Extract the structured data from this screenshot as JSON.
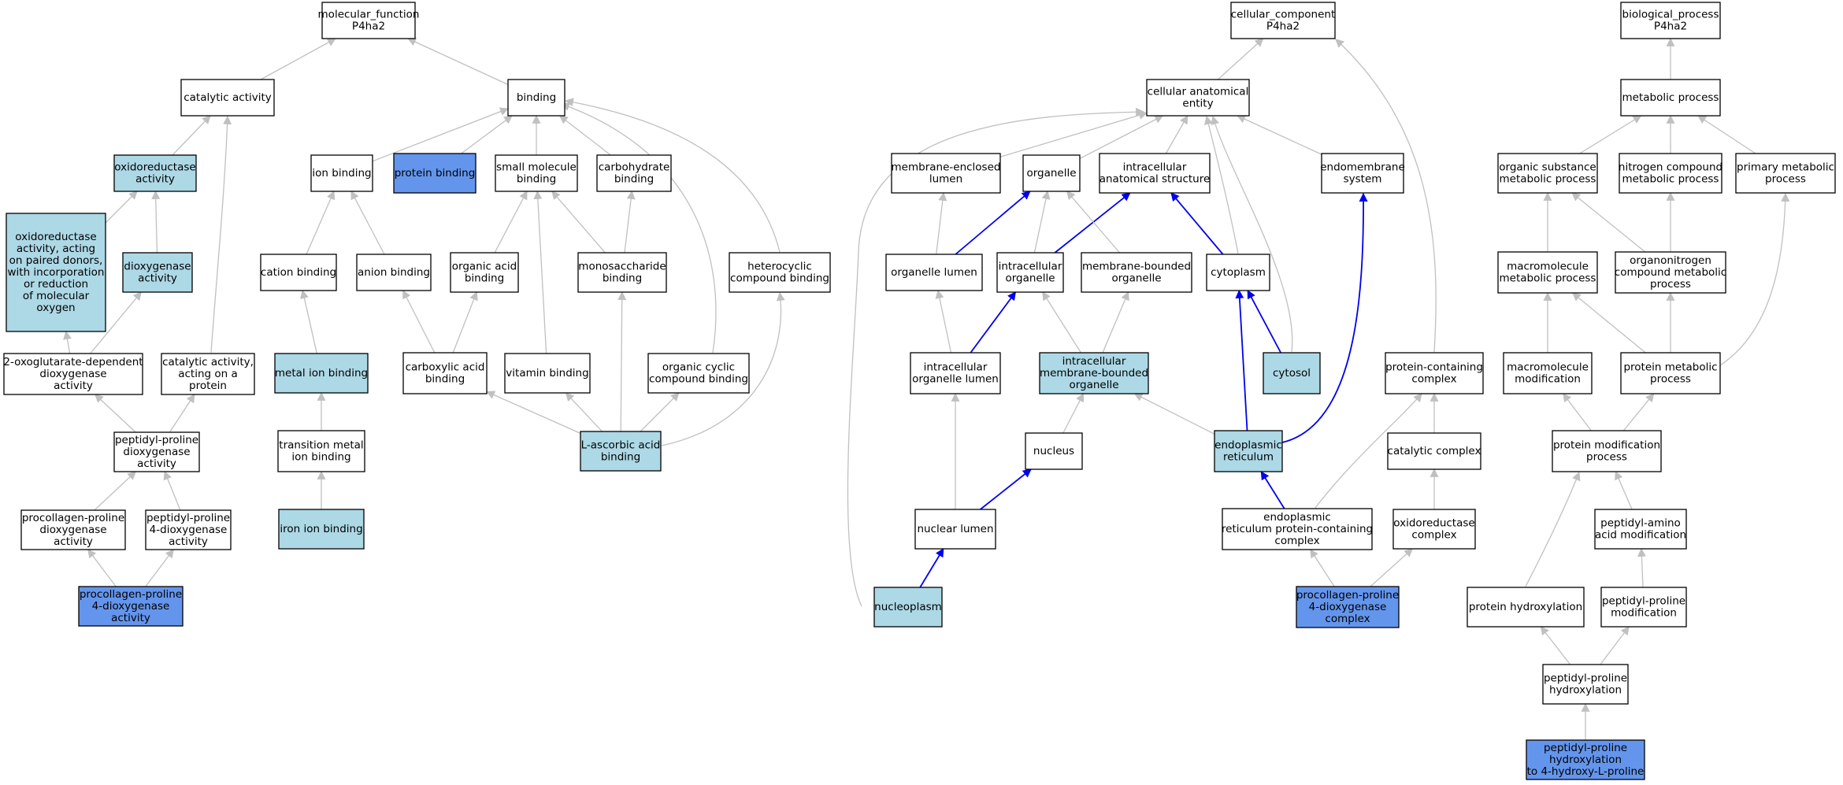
{
  "colors": {
    "edge_gray": "#c0c0c0",
    "edge_blue": "#0000ee",
    "fill_white": "#ffffff",
    "fill_light": "#add8e6",
    "fill_dark": "#6495ed",
    "stroke": "#000000"
  },
  "nodes": {
    "mf_root": {
      "lines": [
        "molecular_function",
        "P4ha2"
      ],
      "fill": "white"
    },
    "catalytic_activity": {
      "lines": [
        "catalytic activity"
      ],
      "fill": "white"
    },
    "binding": {
      "lines": [
        "binding"
      ],
      "fill": "white"
    },
    "oxidoreductase_activity": {
      "lines": [
        "oxidoreductase",
        "activity"
      ],
      "fill": "light"
    },
    "ox_paired_donors": {
      "lines": [
        "oxidoreductase",
        "activity, acting",
        "on paired donors,",
        "with incorporation",
        "or reduction",
        "of molecular",
        "oxygen"
      ],
      "fill": "light"
    },
    "dioxygenase_activity": {
      "lines": [
        "dioxygenase",
        "activity"
      ],
      "fill": "light"
    },
    "oxoglutarate_dioxygenase": {
      "lines": [
        "2-oxoglutarate-dependent",
        "dioxygenase",
        "activity"
      ],
      "fill": "white"
    },
    "catalytic_on_protein": {
      "lines": [
        "catalytic activity,",
        "acting on a",
        "protein"
      ],
      "fill": "white"
    },
    "peptidyl_proline_dioxygenase": {
      "lines": [
        "peptidyl-proline",
        "dioxygenase",
        "activity"
      ],
      "fill": "white"
    },
    "procollagen_proline_dioxygenase": {
      "lines": [
        "procollagen-proline",
        "dioxygenase",
        "activity"
      ],
      "fill": "white"
    },
    "peptidyl_proline_4_dioxygenase": {
      "lines": [
        "peptidyl-proline",
        "4-dioxygenase",
        "activity"
      ],
      "fill": "white"
    },
    "procollagen_proline_4_dioxygenase_activity": {
      "lines": [
        "procollagen-proline",
        "4-dioxygenase",
        "activity"
      ],
      "fill": "dark"
    },
    "ion_binding": {
      "lines": [
        "ion binding"
      ],
      "fill": "white"
    },
    "protein_binding": {
      "lines": [
        "protein binding"
      ],
      "fill": "dark"
    },
    "small_molecule_binding": {
      "lines": [
        "small molecule",
        "binding"
      ],
      "fill": "white"
    },
    "carbohydrate_binding": {
      "lines": [
        "carbohydrate",
        "binding"
      ],
      "fill": "white"
    },
    "cation_binding": {
      "lines": [
        "cation binding"
      ],
      "fill": "white"
    },
    "anion_binding": {
      "lines": [
        "anion binding"
      ],
      "fill": "white"
    },
    "organic_acid_binding": {
      "lines": [
        "organic acid",
        "binding"
      ],
      "fill": "white"
    },
    "monosaccharide_binding": {
      "lines": [
        "monosaccharide",
        "binding"
      ],
      "fill": "white"
    },
    "heterocyclic_binding": {
      "lines": [
        "heterocyclic",
        "compound binding"
      ],
      "fill": "white"
    },
    "metal_ion_binding": {
      "lines": [
        "metal ion binding"
      ],
      "fill": "light"
    },
    "carboxylic_acid_binding": {
      "lines": [
        "carboxylic acid",
        "binding"
      ],
      "fill": "white"
    },
    "vitamin_binding": {
      "lines": [
        "vitamin binding"
      ],
      "fill": "white"
    },
    "organic_cyclic_binding": {
      "lines": [
        "organic cyclic",
        "compound binding"
      ],
      "fill": "white"
    },
    "transition_metal_binding": {
      "lines": [
        "transition metal",
        "ion binding"
      ],
      "fill": "white"
    },
    "ascorbic_acid_binding": {
      "lines": [
        "L-ascorbic acid",
        "binding"
      ],
      "fill": "light"
    },
    "iron_ion_binding": {
      "lines": [
        "iron ion binding"
      ],
      "fill": "light"
    },
    "cc_root": {
      "lines": [
        "cellular_component",
        "P4ha2"
      ],
      "fill": "white"
    },
    "cellular_anatomical_entity": {
      "lines": [
        "cellular anatomical",
        "entity"
      ],
      "fill": "white"
    },
    "membrane_enclosed_lumen": {
      "lines": [
        "membrane-enclosed",
        "lumen"
      ],
      "fill": "white"
    },
    "organelle": {
      "lines": [
        "organelle"
      ],
      "fill": "white"
    },
    "intracellular_anatomical_structure": {
      "lines": [
        "intracellular",
        "anatomical structure"
      ],
      "fill": "white"
    },
    "endomembrane_system": {
      "lines": [
        "endomembrane",
        "system"
      ],
      "fill": "white"
    },
    "organelle_lumen": {
      "lines": [
        "organelle lumen"
      ],
      "fill": "white"
    },
    "intracellular_organelle": {
      "lines": [
        "intracellular",
        "organelle"
      ],
      "fill": "white"
    },
    "membrane_bounded_organelle": {
      "lines": [
        "membrane-bounded",
        "organelle"
      ],
      "fill": "white"
    },
    "cytoplasm": {
      "lines": [
        "cytoplasm"
      ],
      "fill": "white"
    },
    "intracellular_organelle_lumen": {
      "lines": [
        "intracellular",
        "organelle lumen"
      ],
      "fill": "white"
    },
    "intracellular_membrane_bounded_organelle": {
      "lines": [
        "intracellular",
        "membrane-bounded",
        "organelle"
      ],
      "fill": "light"
    },
    "cytosol": {
      "lines": [
        "cytosol"
      ],
      "fill": "light"
    },
    "protein_containing_complex": {
      "lines": [
        "protein-containing",
        "complex"
      ],
      "fill": "white"
    },
    "nucleus": {
      "lines": [
        "nucleus"
      ],
      "fill": "white"
    },
    "endoplasmic_reticulum": {
      "lines": [
        "endoplasmic",
        "reticulum"
      ],
      "fill": "light"
    },
    "catalytic_complex": {
      "lines": [
        "catalytic complex"
      ],
      "fill": "white"
    },
    "nuclear_lumen": {
      "lines": [
        "nuclear lumen"
      ],
      "fill": "white"
    },
    "er_protein_complex": {
      "lines": [
        "endoplasmic",
        "reticulum protein-containing",
        "complex"
      ],
      "fill": "white"
    },
    "oxidoreductase_complex": {
      "lines": [
        "oxidoreductase",
        "complex"
      ],
      "fill": "white"
    },
    "nucleoplasm": {
      "lines": [
        "nucleoplasm"
      ],
      "fill": "light"
    },
    "procollagen_proline_4_dioxygenase_complex": {
      "lines": [
        "procollagen-proline",
        "4-dioxygenase",
        "complex"
      ],
      "fill": "dark"
    },
    "bp_root": {
      "lines": [
        "biological_process",
        "P4ha2"
      ],
      "fill": "white"
    },
    "metabolic_process": {
      "lines": [
        "metabolic process"
      ],
      "fill": "white"
    },
    "organic_substance_metabolic": {
      "lines": [
        "organic substance",
        "metabolic process"
      ],
      "fill": "white"
    },
    "nitrogen_compound_metabolic": {
      "lines": [
        "nitrogen compound",
        "metabolic process"
      ],
      "fill": "white"
    },
    "primary_metabolic": {
      "lines": [
        "primary metabolic",
        "process"
      ],
      "fill": "white"
    },
    "macromolecule_metabolic": {
      "lines": [
        "macromolecule",
        "metabolic process"
      ],
      "fill": "white"
    },
    "organonitrogen_metabolic": {
      "lines": [
        "organonitrogen",
        "compound metabolic",
        "process"
      ],
      "fill": "white"
    },
    "macromolecule_modification": {
      "lines": [
        "macromolecule",
        "modification"
      ],
      "fill": "white"
    },
    "protein_metabolic": {
      "lines": [
        "protein metabolic",
        "process"
      ],
      "fill": "white"
    },
    "protein_modification": {
      "lines": [
        "protein modification",
        "process"
      ],
      "fill": "white"
    },
    "peptidyl_amino_acid_modification": {
      "lines": [
        "peptidyl-amino",
        "acid modification"
      ],
      "fill": "white"
    },
    "protein_hydroxylation": {
      "lines": [
        "protein hydroxylation"
      ],
      "fill": "white"
    },
    "peptidyl_proline_modification": {
      "lines": [
        "peptidyl-proline",
        "modification"
      ],
      "fill": "white"
    },
    "peptidyl_proline_hydroxylation": {
      "lines": [
        "peptidyl-proline",
        "hydroxylation"
      ],
      "fill": "white"
    },
    "peptidyl_proline_hydroxylation_4": {
      "lines": [
        "peptidyl-proline",
        "hydroxylation",
        "to 4-hydroxy-L-proline"
      ],
      "fill": "dark"
    }
  },
  "edges": [
    [
      "catalytic_activity",
      "mf_root",
      "gray"
    ],
    [
      "binding",
      "mf_root",
      "gray"
    ],
    [
      "oxidoreductase_activity",
      "catalytic_activity",
      "gray"
    ],
    [
      "catalytic_on_protein",
      "catalytic_activity",
      "gray"
    ],
    [
      "ox_paired_donors",
      "oxidoreductase_activity",
      "gray"
    ],
    [
      "dioxygenase_activity",
      "oxidoreductase_activity",
      "gray"
    ],
    [
      "oxoglutarate_dioxygenase",
      "ox_paired_donors",
      "gray"
    ],
    [
      "oxoglutarate_dioxygenase",
      "dioxygenase_activity",
      "gray"
    ],
    [
      "peptidyl_proline_dioxygenase",
      "oxoglutarate_dioxygenase",
      "gray"
    ],
    [
      "peptidyl_proline_dioxygenase",
      "catalytic_on_protein",
      "gray"
    ],
    [
      "procollagen_proline_dioxygenase",
      "peptidyl_proline_dioxygenase",
      "gray"
    ],
    [
      "peptidyl_proline_4_dioxygenase",
      "peptidyl_proline_dioxygenase",
      "gray"
    ],
    [
      "procollagen_proline_4_dioxygenase_activity",
      "procollagen_proline_dioxygenase",
      "gray"
    ],
    [
      "procollagen_proline_4_dioxygenase_activity",
      "peptidyl_proline_4_dioxygenase",
      "gray"
    ],
    [
      "ion_binding",
      "binding",
      "gray"
    ],
    [
      "protein_binding",
      "binding",
      "gray"
    ],
    [
      "small_molecule_binding",
      "binding",
      "gray"
    ],
    [
      "carbohydrate_binding",
      "binding",
      "gray"
    ],
    [
      "heterocyclic_binding",
      "binding",
      "gray"
    ],
    [
      "organic_cyclic_binding",
      "binding",
      "gray"
    ],
    [
      "cation_binding",
      "ion_binding",
      "gray"
    ],
    [
      "anion_binding",
      "ion_binding",
      "gray"
    ],
    [
      "organic_acid_binding",
      "small_molecule_binding",
      "gray"
    ],
    [
      "vitamin_binding",
      "small_molecule_binding",
      "gray"
    ],
    [
      "monosaccharide_binding",
      "small_molecule_binding",
      "gray"
    ],
    [
      "monosaccharide_binding",
      "carbohydrate_binding",
      "gray"
    ],
    [
      "metal_ion_binding",
      "cation_binding",
      "gray"
    ],
    [
      "carboxylic_acid_binding",
      "organic_acid_binding",
      "gray"
    ],
    [
      "carboxylic_acid_binding",
      "anion_binding",
      "gray"
    ],
    [
      "transition_metal_binding",
      "metal_ion_binding",
      "gray"
    ],
    [
      "iron_ion_binding",
      "transition_metal_binding",
      "gray"
    ],
    [
      "ascorbic_acid_binding",
      "carboxylic_acid_binding",
      "gray"
    ],
    [
      "ascorbic_acid_binding",
      "vitamin_binding",
      "gray"
    ],
    [
      "ascorbic_acid_binding",
      "organic_cyclic_binding",
      "gray"
    ],
    [
      "ascorbic_acid_binding",
      "monosaccharide_binding",
      "gray"
    ],
    [
      "ascorbic_acid_binding",
      "heterocyclic_binding",
      "gray"
    ],
    [
      "cellular_anatomical_entity",
      "cc_root",
      "gray"
    ],
    [
      "protein_containing_complex",
      "cc_root",
      "gray"
    ],
    [
      "membrane_enclosed_lumen",
      "cellular_anatomical_entity",
      "gray"
    ],
    [
      "organelle",
      "cellular_anatomical_entity",
      "gray"
    ],
    [
      "intracellular_anatomical_structure",
      "cellular_anatomical_entity",
      "gray"
    ],
    [
      "endomembrane_system",
      "cellular_anatomical_entity",
      "gray"
    ],
    [
      "cytoplasm",
      "cellular_anatomical_entity",
      "gray"
    ],
    [
      "cytosol",
      "cellular_anatomical_entity",
      "gray"
    ],
    [
      "nucleoplasm",
      "cellular_anatomical_entity",
      "gray"
    ],
    [
      "organelle_lumen",
      "membrane_enclosed_lumen",
      "gray"
    ],
    [
      "organelle_lumen",
      "organelle",
      "blue"
    ],
    [
      "intracellular_organelle",
      "organelle",
      "gray"
    ],
    [
      "intracellular_organelle",
      "intracellular_anatomical_structure",
      "blue"
    ],
    [
      "membrane_bounded_organelle",
      "organelle",
      "gray"
    ],
    [
      "cytoplasm",
      "intracellular_anatomical_structure",
      "blue"
    ],
    [
      "intracellular_organelle_lumen",
      "organelle_lumen",
      "gray"
    ],
    [
      "intracellular_organelle_lumen",
      "intracellular_organelle",
      "blue"
    ],
    [
      "intracellular_membrane_bounded_organelle",
      "intracellular_organelle",
      "gray"
    ],
    [
      "intracellular_membrane_bounded_organelle",
      "membrane_bounded_organelle",
      "gray"
    ],
    [
      "cytosol",
      "cytoplasm",
      "blue"
    ],
    [
      "endoplasmic_reticulum",
      "cytoplasm",
      "blue"
    ],
    [
      "endoplasmic_reticulum",
      "endomembrane_system",
      "blue"
    ],
    [
      "endoplasmic_reticulum",
      "intracellular_membrane_bounded_organelle",
      "gray"
    ],
    [
      "nucleus",
      "intracellular_membrane_bounded_organelle",
      "gray"
    ],
    [
      "nuclear_lumen",
      "intracellular_organelle_lumen",
      "gray"
    ],
    [
      "nuclear_lumen",
      "nucleus",
      "blue"
    ],
    [
      "nucleoplasm",
      "nuclear_lumen",
      "blue"
    ],
    [
      "er_protein_complex",
      "endoplasmic_reticulum",
      "blue"
    ],
    [
      "er_protein_complex",
      "protein_containing_complex",
      "gray"
    ],
    [
      "catalytic_complex",
      "protein_containing_complex",
      "gray"
    ],
    [
      "oxidoreductase_complex",
      "catalytic_complex",
      "gray"
    ],
    [
      "procollagen_proline_4_dioxygenase_complex",
      "er_protein_complex",
      "gray"
    ],
    [
      "procollagen_proline_4_dioxygenase_complex",
      "oxidoreductase_complex",
      "gray"
    ],
    [
      "metabolic_process",
      "bp_root",
      "gray"
    ],
    [
      "organic_substance_metabolic",
      "metabolic_process",
      "gray"
    ],
    [
      "nitrogen_compound_metabolic",
      "metabolic_process",
      "gray"
    ],
    [
      "primary_metabolic",
      "metabolic_process",
      "gray"
    ],
    [
      "macromolecule_metabolic",
      "organic_substance_metabolic",
      "gray"
    ],
    [
      "organonitrogen_metabolic",
      "organic_substance_metabolic",
      "gray"
    ],
    [
      "organonitrogen_metabolic",
      "nitrogen_compound_metabolic",
      "gray"
    ],
    [
      "macromolecule_modification",
      "macromolecule_metabolic",
      "gray"
    ],
    [
      "protein_metabolic",
      "macromolecule_metabolic",
      "gray"
    ],
    [
      "protein_metabolic",
      "organonitrogen_metabolic",
      "gray"
    ],
    [
      "protein_metabolic",
      "primary_metabolic",
      "gray"
    ],
    [
      "protein_modification",
      "macromolecule_modification",
      "gray"
    ],
    [
      "protein_modification",
      "protein_metabolic",
      "gray"
    ],
    [
      "peptidyl_amino_acid_modification",
      "protein_modification",
      "gray"
    ],
    [
      "protein_hydroxylation",
      "protein_modification",
      "gray"
    ],
    [
      "peptidyl_proline_modification",
      "peptidyl_amino_acid_modification",
      "gray"
    ],
    [
      "peptidyl_proline_hydroxylation",
      "protein_hydroxylation",
      "gray"
    ],
    [
      "peptidyl_proline_hydroxylation",
      "peptidyl_proline_modification",
      "gray"
    ],
    [
      "peptidyl_proline_hydroxylation_4",
      "peptidyl_proline_hydroxylation",
      "gray"
    ]
  ]
}
